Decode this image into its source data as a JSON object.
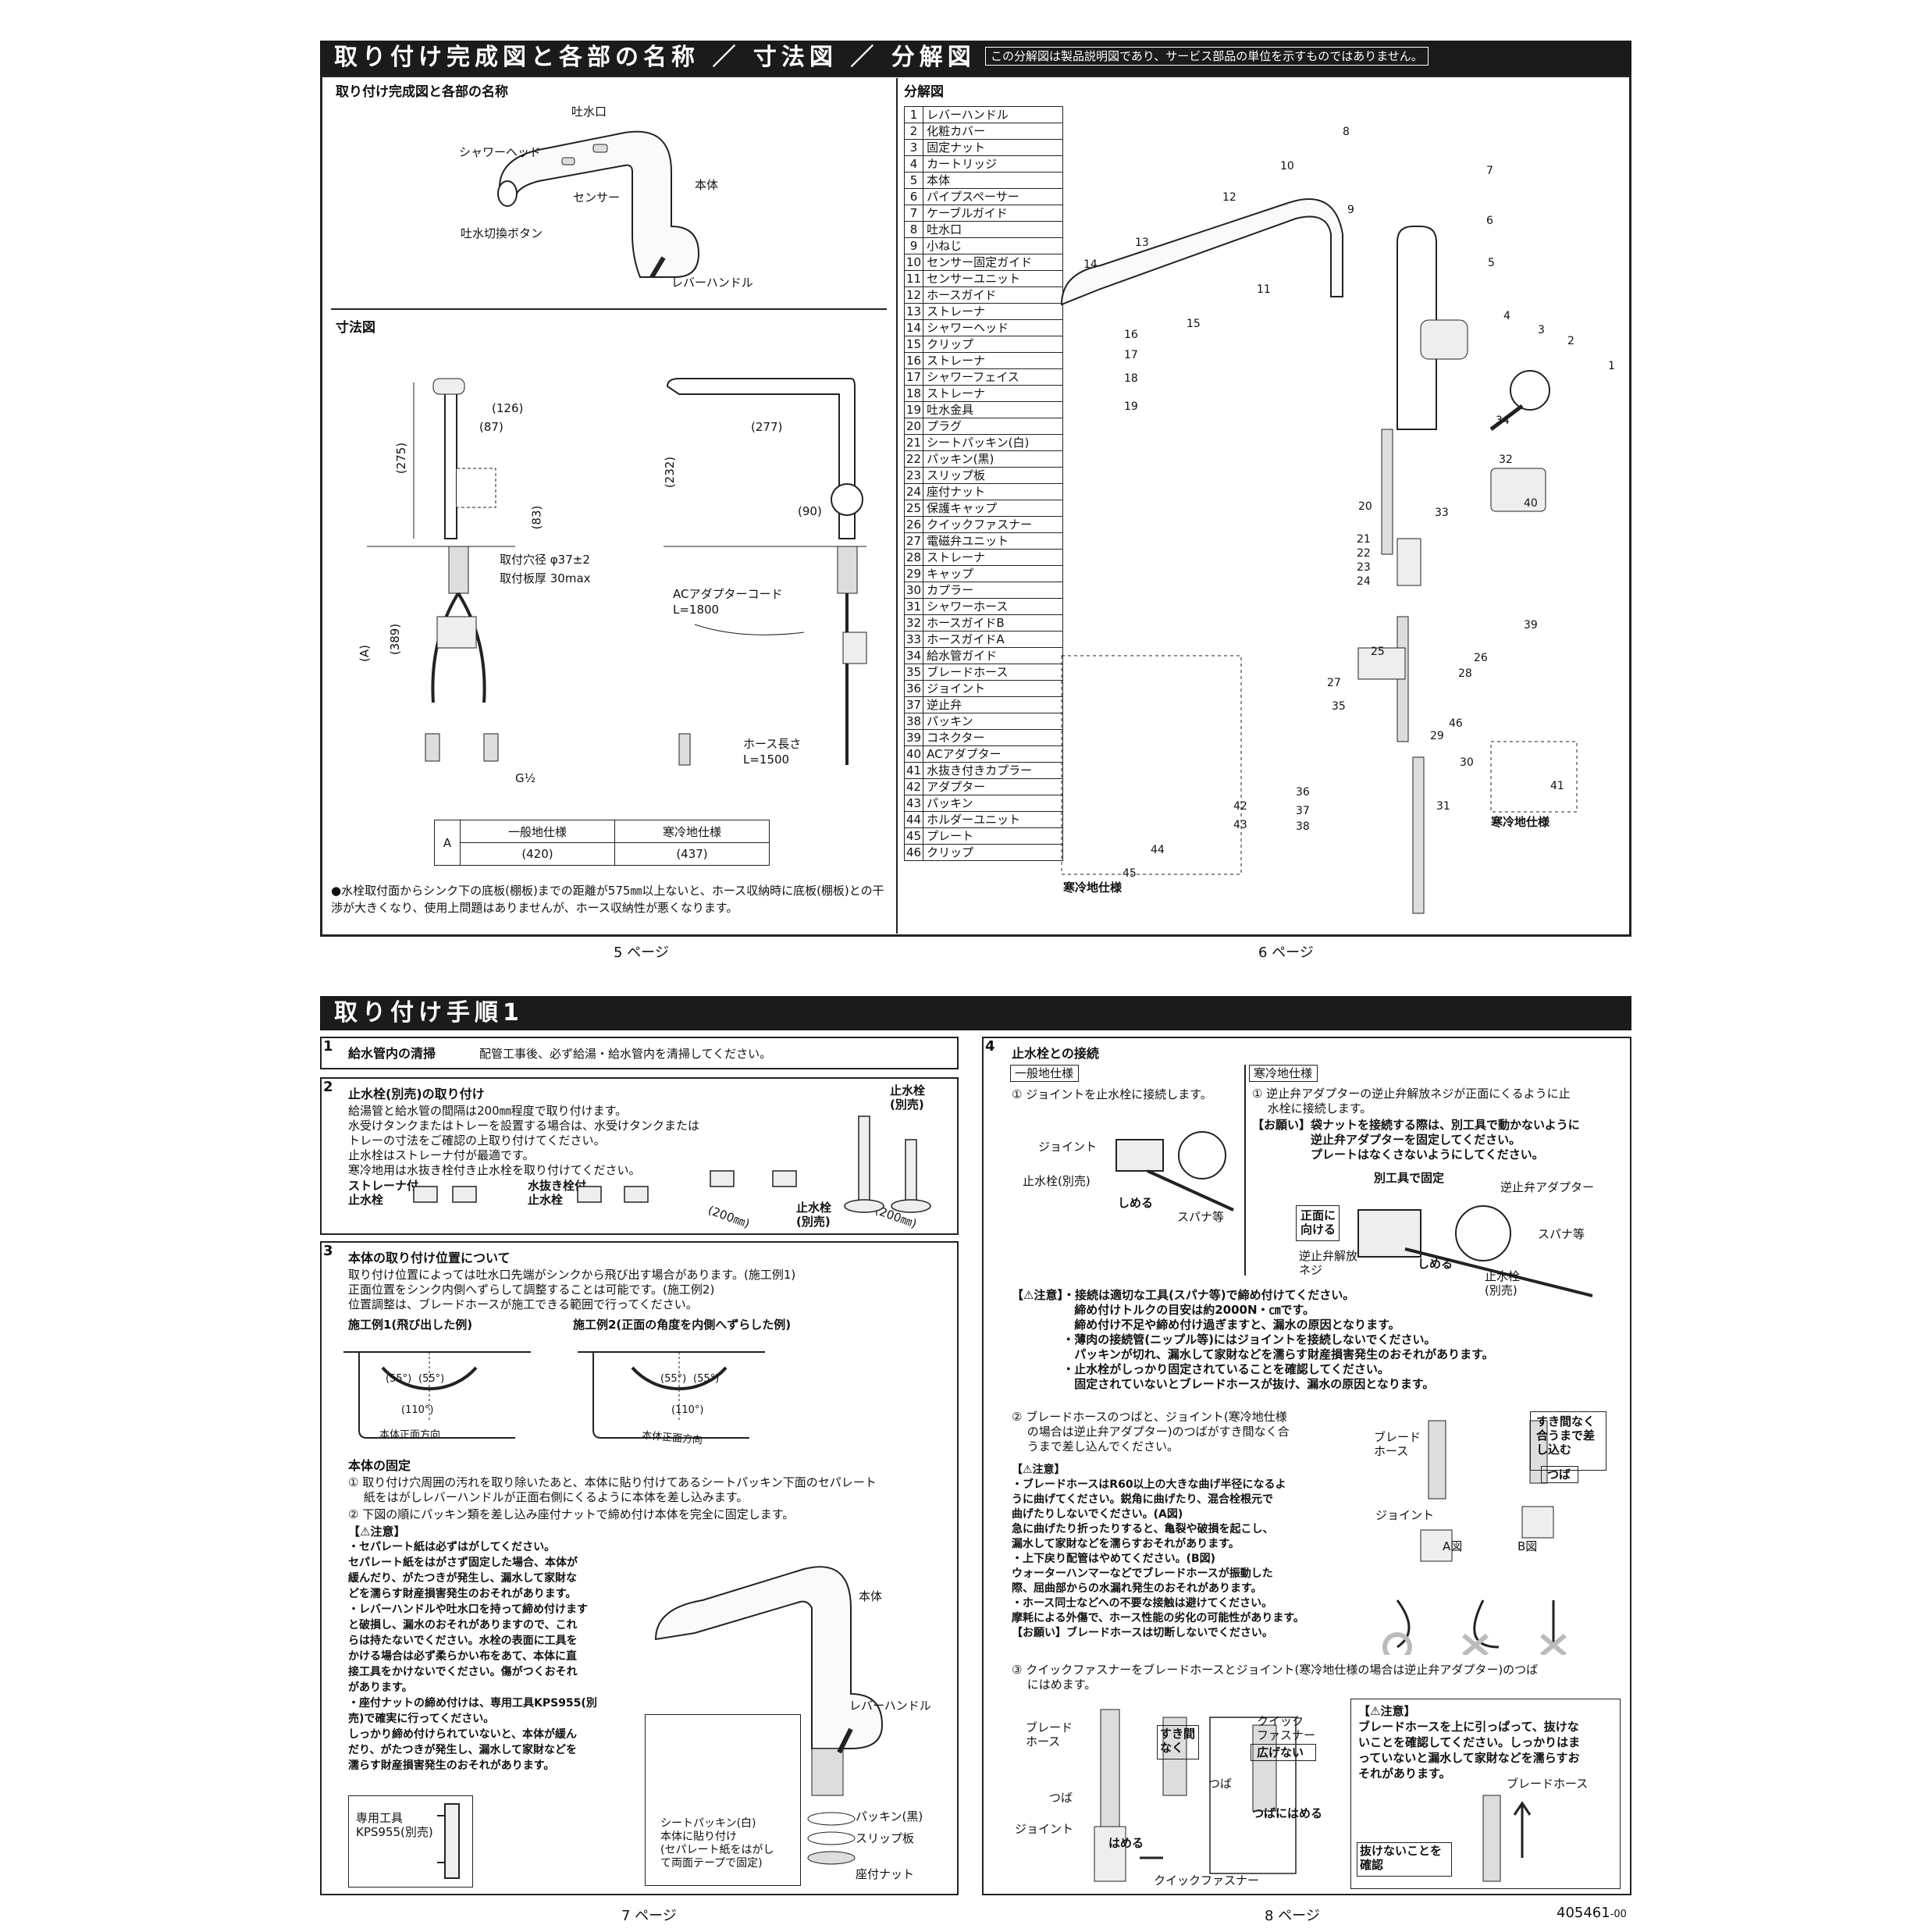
{
  "top": {
    "band_title": "取り付け完成図と各部の名称 ／ 寸法図 ／ 分解図",
    "band_note": "この分解図は製品説明図であり、サービス部品の単位を示すものではありません。",
    "names": {
      "heading": "取り付け完成図と各部の名称",
      "spout": "吐水口",
      "shower_head": "シャワーヘッド",
      "body": "本体",
      "sensor": "センサー",
      "switch_button": "吐水切換ボタン",
      "lever": "レバーハンドル"
    },
    "dims": {
      "heading": "寸法図",
      "d126": "(126)",
      "d87": "(87)",
      "d275": "(275)",
      "d83": "(83)",
      "d277": "(277)",
      "d232": "(232)",
      "d90": "(90)",
      "d389": "(389)",
      "dA": "(A)",
      "hole": "取付穴径 φ37±2",
      "plate": "取付板厚 30max",
      "ac_cord": "ACアダプターコード",
      "ac_len": "L=1800",
      "hose_len_label": "ホース長さ",
      "hose_len": "L=1500",
      "g12": "G½",
      "spec_a": "A",
      "spec_general": "一般地仕様",
      "spec_cold": "寒冷地仕様",
      "spec_general_val": "(420)",
      "spec_cold_val": "(437)",
      "note": "●水栓取付面からシンク下の底板(棚板)までの距離が575㎜以上ないと、ホース収納時に底板(棚板)との干渉が大きくなり、使用上問題はありませんが、ホース収納性が悪くなります。"
    },
    "exploded": {
      "heading": "分解図",
      "parts": [
        "レバーハンドル",
        "化粧カバー",
        "固定ナット",
        "カートリッジ",
        "本体",
        "パイプスペーサー",
        "ケーブルガイド",
        "吐水口",
        "小ねじ",
        "センサー固定ガイド",
        "センサーユニット",
        "ホースガイド",
        "ストレーナ",
        "シャワーヘッド",
        "クリップ",
        "ストレーナ",
        "シャワーフェイス",
        "ストレーナ",
        "吐水金具",
        "プラグ",
        "シートパッキン(白)",
        "パッキン(黒)",
        "スリップ板",
        "座付ナット",
        "保護キャップ",
        "クイックファスナー",
        "電磁弁ユニット",
        "ストレーナ",
        "キャップ",
        "カプラー",
        "シャワーホース",
        "ホースガイドB",
        "ホースガイドA",
        "給水管ガイド",
        "ブレードホース",
        "ジョイント",
        "逆止弁",
        "パッキン",
        "コネクター",
        "ACアダプター",
        "水抜き付きカプラー",
        "アダプター",
        "パッキン",
        "ホルダーユニット",
        "プレート",
        "クリップ"
      ],
      "cold_spec": "寒冷地仕様",
      "cold_spec2": "寒冷地仕様",
      "callouts": [
        "1",
        "2",
        "3",
        "4",
        "5",
        "6",
        "7",
        "8",
        "9",
        "10",
        "11",
        "12",
        "13",
        "14",
        "15",
        "16",
        "17",
        "18",
        "19",
        "20",
        "21",
        "22",
        "23",
        "24",
        "25",
        "26",
        "27",
        "28",
        "29",
        "30",
        "31",
        "32",
        "33",
        "34",
        "35",
        "36",
        "37",
        "38",
        "39",
        "40",
        "41",
        "42",
        "43",
        "44",
        "45",
        "46"
      ]
    },
    "page5": "5 ページ",
    "page6": "6 ページ"
  },
  "bottom": {
    "band_title": "取り付け手順1",
    "s1": {
      "no": "1",
      "title": "給水管内の清掃",
      "text": "配管工事後、必ず給湯・給水管内を清掃してください。"
    },
    "s2": {
      "no": "2",
      "title": "止水栓(別売)の取り付け",
      "text": "給湯管と給水管の間隔は200㎜程度で取り付けます。\n水受けタンクまたはトレーを設置する場合は、水受けタンクまたは\nトレーの寸法をご確認の上取り付けてください。\n止水栓はストレーナ付が最適です。\n寒冷地用は水抜き栓付き止水栓を取り付けてください。",
      "strainer": "ストレーナ付\n止水栓",
      "drain": "水抜き栓付\n止水栓",
      "stop_valve": "止水栓\n(別売)",
      "stop_valve2": "止水栓\n(別売)",
      "d200a": "(200㎜)",
      "d200b": "(200㎜)"
    },
    "s3": {
      "no": "3",
      "title": "本体の取り付け位置について",
      "text": "取り付け位置によっては吐水口先端がシンクから飛び出す場合があります。(施工例1)\n正面位置をシンク内側へずらして調整することは可能です。(施工例2)\n位置調整は、ブレードホースが施工できる範囲で行ってください。",
      "ex1": "施工例1(飛び出した例)",
      "ex2": "施工例2(正面の角度を内側へずらした例)",
      "a55": "(55°)",
      "a110": "(110°)",
      "front": "本体正面方向",
      "fix_title": "本体の固定",
      "fix1": "① 取り付け穴周囲の汚れを取り除いたあと、本体に貼り付けてあるシートパッキン下面のセパレート\n　 紙をはがしレバーハンドルが正面右側にくるように本体を差し込みます。",
      "fix2": "② 下図の順にパッキン類を差し込み座付ナットで締め付け本体を完全に固定します。",
      "caution": "【⚠注意】",
      "caution_text": "・セパレート紙は必ずはがしてください。\n  セパレート紙をはがさず固定した場合、本体が\n  緩んだり、がたつきが発生し、漏水して家財な\n  どを濡らす財産損害発生のおそれがあります。\n・レバーハンドルや吐水口を持って締め付けます\n  と破損し、漏水のおそれがありますので、これ\n  らは持たないでください。水栓の表面に工具を\n  かける場合は必ず柔らかい布をあて、本体に直\n  接工具をかけないでください。傷がつくおそれ\n  があります。\n・座付ナットの締め付けは、専用工具KPS955(別\n  売)で確実に行ってください。\n  しっかり締め付けられていないと、本体が緩ん\n  だり、がたつきが発生し、漏水して家財などを\n  濡らす財産損害発生のおそれがあります。",
      "tool": "専用工具\nKPS955(別売)",
      "body": "本体",
      "lever": "レバーハンドル",
      "sheet": "シートパッキン(白)\n本体に貼り付け\n(セパレート紙をはがし\n て両面テープで固定)",
      "packing": "パッキン(黒)",
      "slip": "スリップ板",
      "nut": "座付ナット"
    },
    "s4": {
      "no": "4",
      "title": "止水栓との接続",
      "general": "一般地仕様",
      "cold": "寒冷地仕様",
      "g1": "① ジョイントを止水栓に接続します。",
      "c1": "① 逆止弁アダプターの逆止弁解放ネジが正面にくるように止\n　 水栓に接続します。",
      "request1": "【お願い】袋ナットを接続する際は、別工具で動かないように\n　　　　　逆止弁アダプターを固定してください。\n　　　　　プレートはなくさないようにしてください。",
      "joint": "ジョイント",
      "stopvalve": "止水栓(別売)",
      "tighten": "しめる",
      "spanner": "スパナ等",
      "separate_tool": "別工具で固定",
      "check_adapter": "逆止弁アダプター",
      "face_front": "正面に\n向ける",
      "release_screw": "逆止弁解放\nネジ",
      "tighten2": "しめる",
      "spanner2": "スパナ等",
      "stopvalve2": "止水栓\n(別売)",
      "caution1": "【⚠注意】・接続は適切な工具(スパナ等)で締め付けてください。\n　　　　　 締め付けトルクの目安は約2000N・㎝です。\n　　　　　 締め付け不足や締め付け過ぎますと、漏水の原因となります。\n　　　　 ・薄肉の接続管(ニップル等)にはジョイントを接続しないでください。\n　　　　　 パッキンが切れ、漏水して家財などを濡らす財産損害発生のおそれがあります。\n　　　　 ・止水栓がしっかり固定されていることを確認してください。\n　　　　　 固定されていないとブレードホースが抜け、漏水の原因となります。",
      "step2": "② ブレードホースのつばと、ジョイント(寒冷地仕様\n　 の場合は逆止弁アダプター)のつばがすき間なく合\n　 うまで差し込んでください。",
      "braid": "ブレード\nホース",
      "joint2": "ジョイント",
      "gap_note": "すき間なく\n合うまで差\nし込む",
      "tsuba": "つば",
      "figA": "A図",
      "figB": "B図",
      "caution2": "【⚠注意】\n・ブレードホースはR60以上の大きな曲げ半径になるよ\n  うに曲げてください。鋭角に曲げたり、混合栓根元で\n  曲げたりしないでください。(A図)\n  急に曲げたり折ったりすると、亀裂や破損を起こし、\n  漏水して家財などを濡らすおそれがあります。\n・上下戻り配管はやめてください。(B図)\n  ウォーターハンマーなどでブレードホースが振動した\n  際、屈曲部からの水漏れ発生のおそれがあります。\n・ホース同士などへの不要な接触は避けてください。\n  摩耗による外傷で、ホース性能の劣化の可能性があります。\n【お願い】ブレードホースは切断しないでください。",
      "step3": "③ クイックファスナーをブレードホースとジョイント(寒冷地仕様の場合は逆止弁アダプター)のつば\n　 にはめます。",
      "braid2": "ブレード\nホース",
      "tsuba2": "つば",
      "joint3": "ジョイント",
      "hameru": "はめる",
      "qf": "クイックファスナー",
      "no_gap": "すき間\nなく",
      "qf2": "クイック\nファスナー",
      "dont_spread": "広げない",
      "tsuba3": "つば",
      "tsuba_hameru": "つばにはめる",
      "caution3": "【⚠注意】\nブレードホースを上に引っぱって、抜けな\nいことを確認してください。しっかりはま\nっていないと漏水して家財などを濡らすお\nそれがあります。",
      "braid3": "ブレードホース",
      "check_pull": "抜けないことを\n確認"
    },
    "page7": "7 ページ",
    "page8": "8 ページ",
    "doc_no": "405461",
    "doc_rev": "-00"
  }
}
